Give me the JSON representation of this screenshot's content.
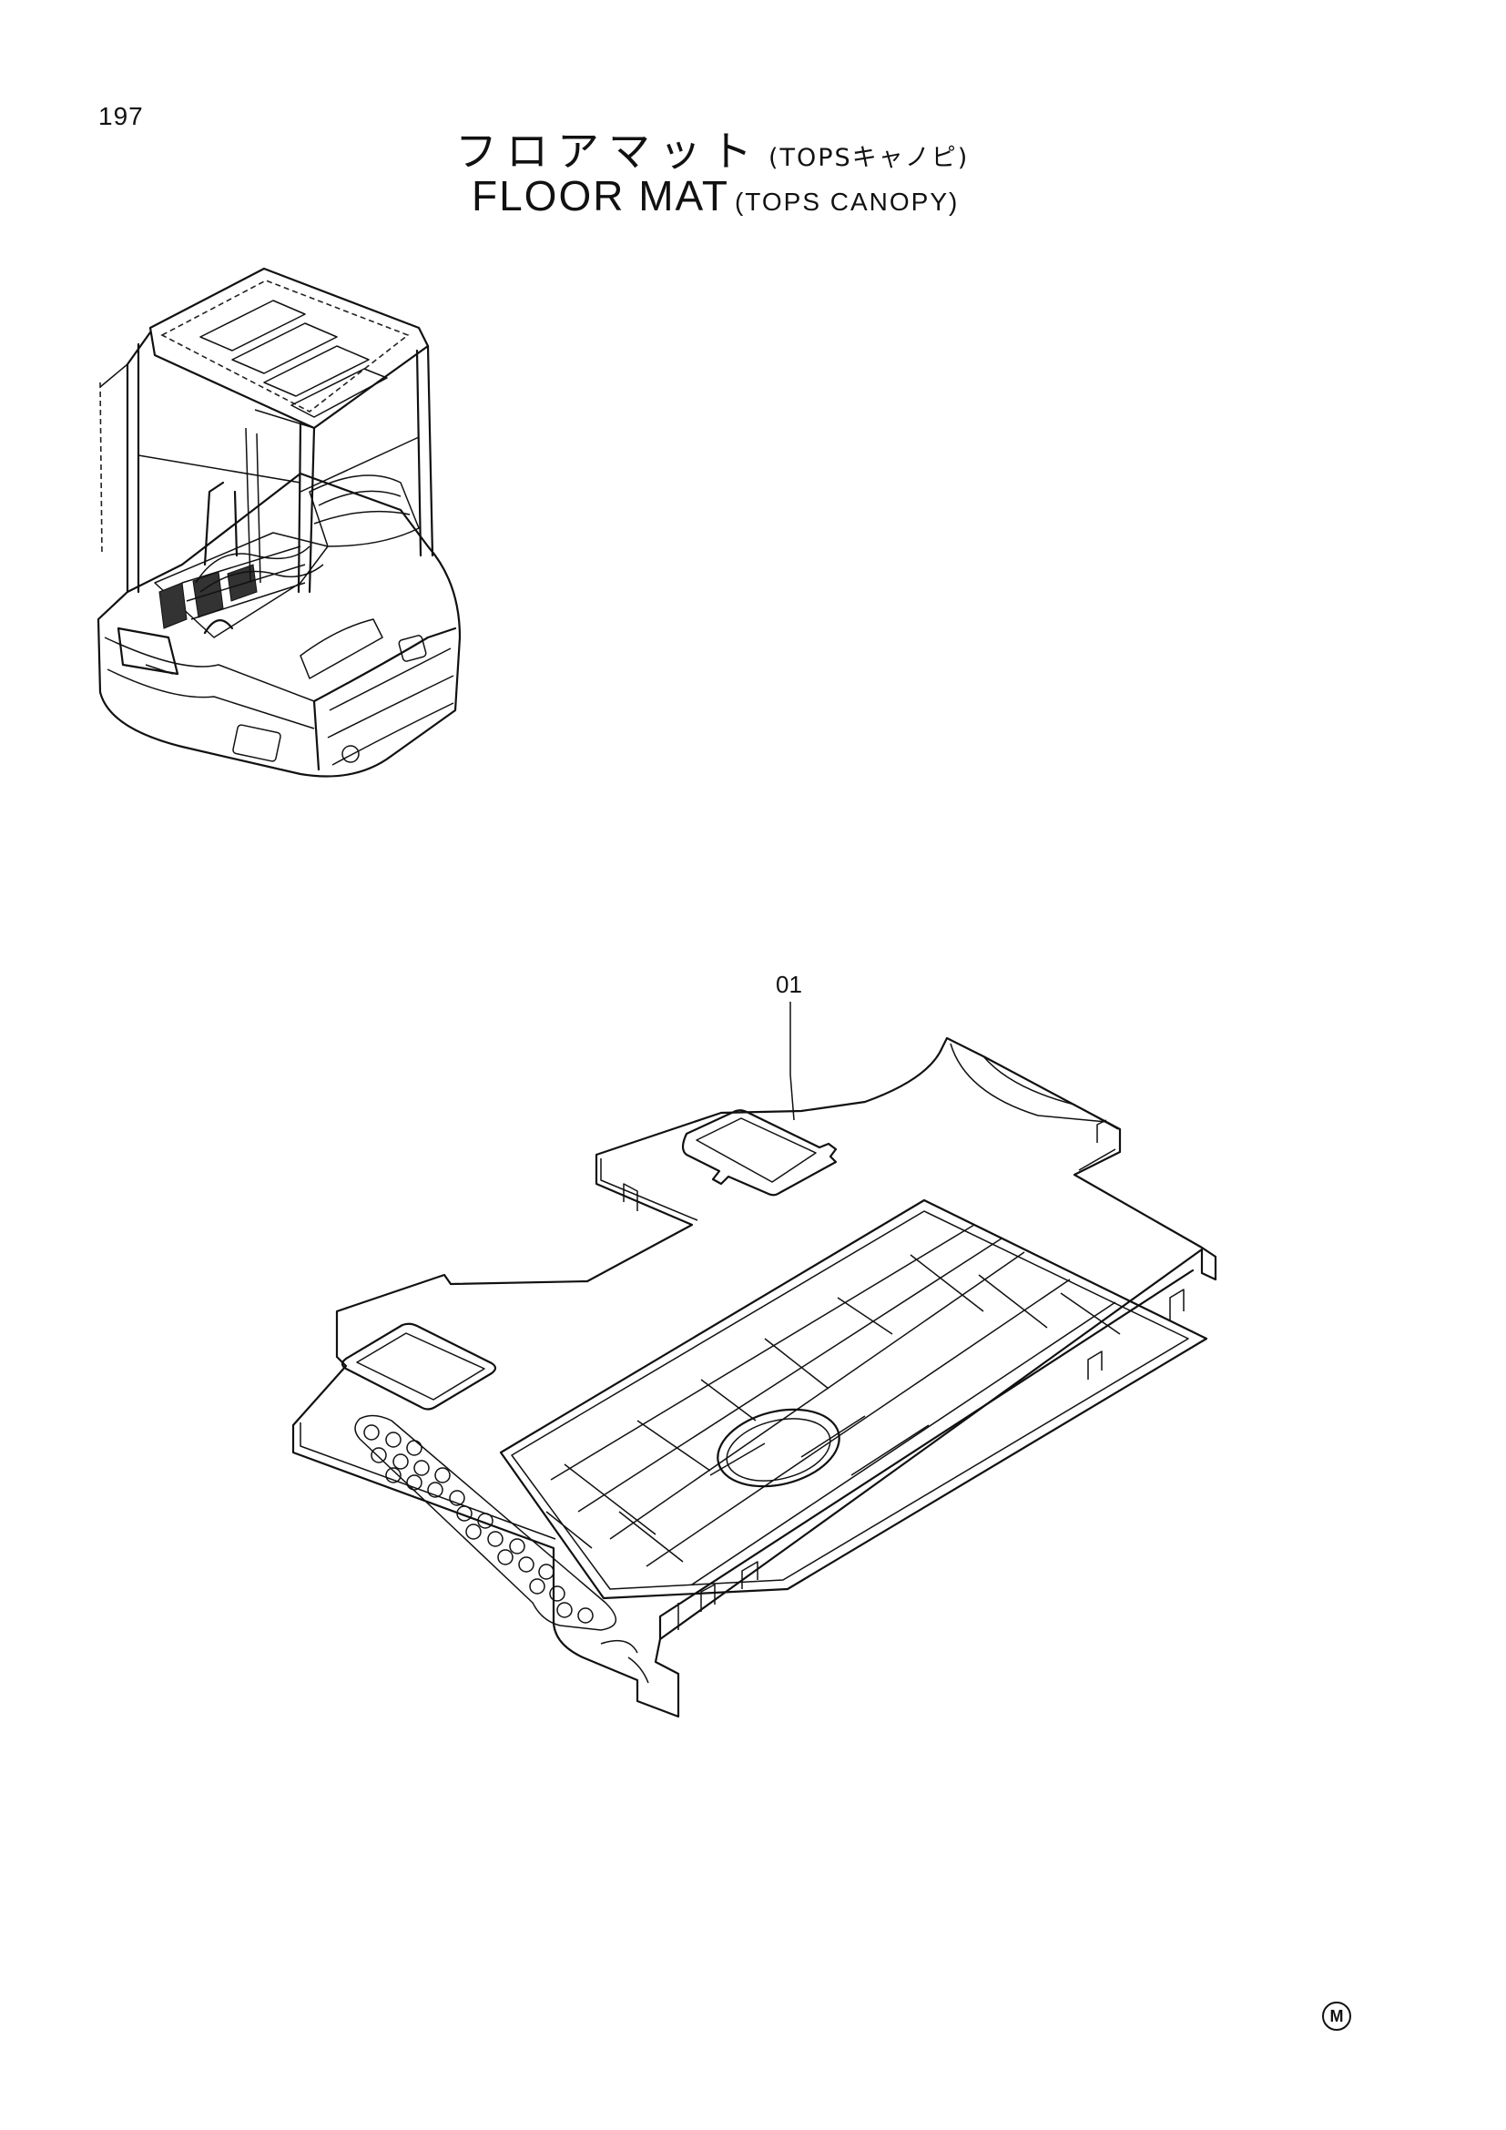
{
  "page": {
    "number": "197"
  },
  "title": {
    "japanese": "フロアマット",
    "japanese_sub": "(TOPSキャノピ)",
    "english": "FLOOR MAT",
    "english_sub": "(TOPS CANOPY)"
  },
  "parts": [
    {
      "callout": "01"
    }
  ],
  "mark": {
    "label": "M"
  }
}
